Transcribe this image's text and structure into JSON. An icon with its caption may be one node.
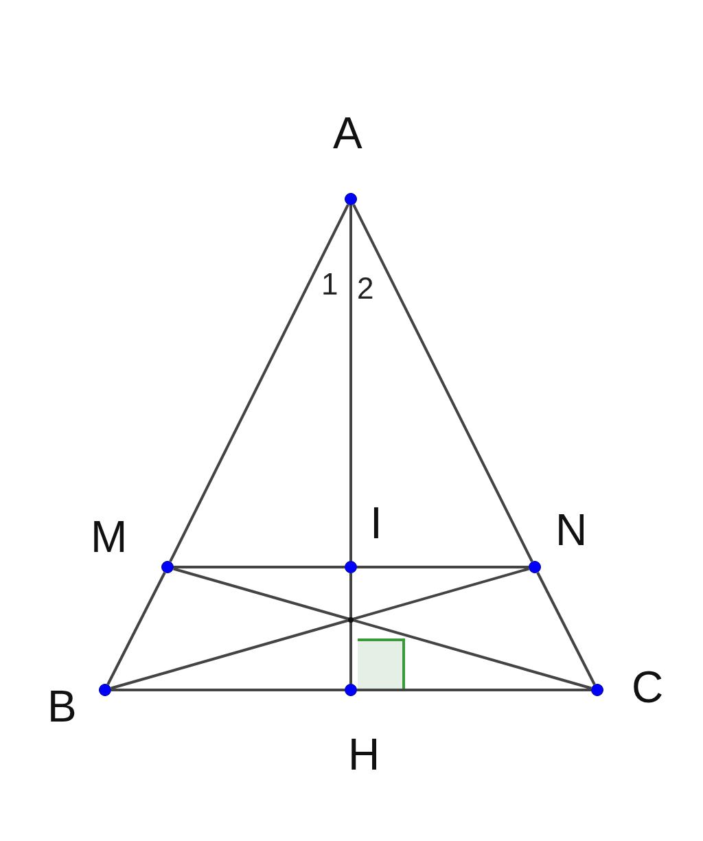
{
  "diagram": {
    "nodes": [
      {
        "text": [
          "A"
        ]
      },
      {
        "text": [
          "M"
        ]
      },
      {
        "text": [
          "I"
        ]
      },
      {
        "text": [
          "N"
        ]
      },
      {
        "text": [
          "B"
        ]
      },
      {
        "text": [
          "H"
        ]
      },
      {
        "text": [
          "C"
        ]
      }
    ],
    "edges": [
      {
        "from": 0,
        "to": 1,
        "arrow": "none"
      },
      {
        "from": 1,
        "to": 4,
        "arrow": "none"
      },
      {
        "from": 0,
        "to": 3,
        "arrow": "none"
      },
      {
        "from": 3,
        "to": 6,
        "arrow": "none"
      },
      {
        "from": 0,
        "to": 2,
        "arrow": "none"
      },
      {
        "from": 2,
        "to": 5,
        "arrow": "none"
      },
      {
        "from": 1,
        "to": 2,
        "arrow": "none"
      },
      {
        "from": 2,
        "to": 3,
        "arrow": "none"
      },
      {
        "from": 1,
        "to": 6,
        "arrow": "none"
      },
      {
        "from": 4,
        "to": 3,
        "arrow": "none"
      },
      {
        "from": 4,
        "to": 5,
        "arrow": "none"
      },
      {
        "from": 5,
        "to": 6,
        "arrow": "none"
      }
    ],
    "labels": [
      "1",
      "2"
    ]
  }
}
